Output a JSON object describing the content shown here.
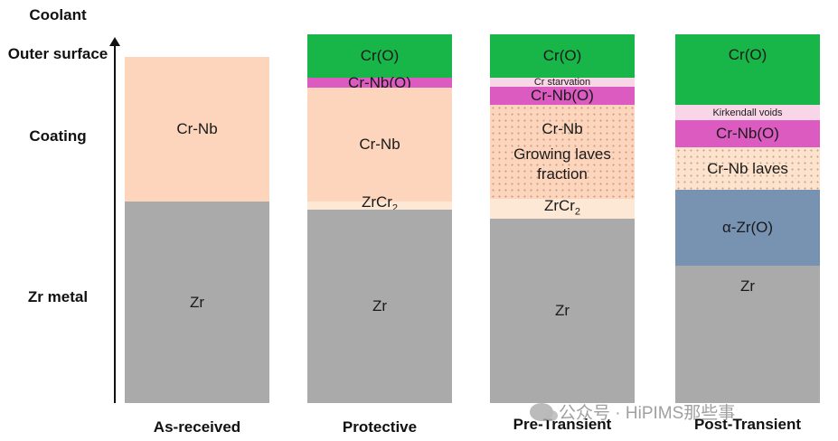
{
  "side_labels": {
    "coolant": "Coolant",
    "outer_surface": "Outer surface",
    "coating": "Coating",
    "zr_metal": "Zr metal"
  },
  "columns": [
    {
      "title": "As-received",
      "layers": [
        {
          "label": "Cr-Nb",
          "color": "#fdd5bd"
        },
        {
          "label": "Zr",
          "color": "#aaaaaa"
        }
      ]
    },
    {
      "title": "Protective",
      "layers": [
        {
          "label": "Cr(O)",
          "color": "#18b548"
        },
        {
          "label": "Cr-Nb(O)",
          "color": "#dc5bc1"
        },
        {
          "label": "Cr-Nb",
          "color": "#fdd5bd"
        },
        {
          "label": "ZrCr",
          "sub": "2",
          "color": "#fde8d6"
        },
        {
          "label": "Zr",
          "color": "#aaaaaa"
        }
      ]
    },
    {
      "title": "Pre-Transient",
      "layers": [
        {
          "label": "Cr(O)",
          "color": "#18b548"
        },
        {
          "label": "Cr starvation",
          "color": "#f9d5e8"
        },
        {
          "label": "Cr-Nb(O)",
          "color": "#dc5bc1"
        },
        {
          "label": "Cr-Nb",
          "label2": "Growing laves",
          "label3": "fraction",
          "color": "#fdd5bd"
        },
        {
          "label": "ZrCr",
          "sub": "2",
          "color": "#fde8d6"
        },
        {
          "label": "Zr",
          "color": "#aaaaaa"
        }
      ]
    },
    {
      "title": "Post-Transient",
      "layers": [
        {
          "label": "Cr(O)",
          "color": "#18b548"
        },
        {
          "label": "Kirkendall voids",
          "color": "#f9d5e8"
        },
        {
          "label": "Cr-Nb(O)",
          "color": "#dc5bc1"
        },
        {
          "label": "Cr-Nb laves",
          "color": "#fde3cd"
        },
        {
          "label": "α-Zr(O)",
          "color": "#7893b2"
        },
        {
          "label": "Zr",
          "color": "#aaaaaa"
        }
      ]
    }
  ],
  "watermark": "公众号 · HiPIMS那些事"
}
